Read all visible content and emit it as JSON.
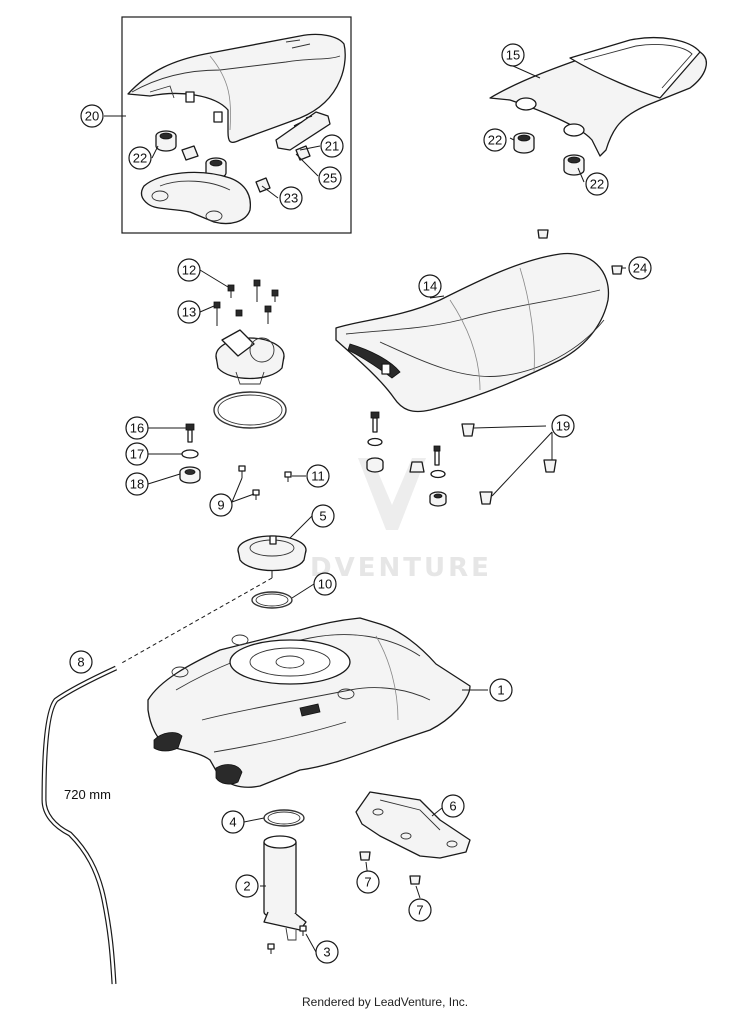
{
  "diagram": {
    "watermark": "DVENTURE",
    "dimension_label": "720 mm",
    "footer": "Rendered by LeadVenture, Inc.",
    "callouts": [
      {
        "id": "1",
        "label": "1"
      },
      {
        "id": "2",
        "label": "2"
      },
      {
        "id": "3",
        "label": "3"
      },
      {
        "id": "4",
        "label": "4"
      },
      {
        "id": "5",
        "label": "5"
      },
      {
        "id": "6",
        "label": "6"
      },
      {
        "id": "7a",
        "label": "7"
      },
      {
        "id": "7b",
        "label": "7"
      },
      {
        "id": "8",
        "label": "8"
      },
      {
        "id": "9",
        "label": "9"
      },
      {
        "id": "10",
        "label": "10"
      },
      {
        "id": "11",
        "label": "11"
      },
      {
        "id": "12",
        "label": "12"
      },
      {
        "id": "13",
        "label": "13"
      },
      {
        "id": "14",
        "label": "14"
      },
      {
        "id": "15",
        "label": "15"
      },
      {
        "id": "16",
        "label": "16"
      },
      {
        "id": "17",
        "label": "17"
      },
      {
        "id": "18",
        "label": "18"
      },
      {
        "id": "19",
        "label": "19"
      },
      {
        "id": "20",
        "label": "20"
      },
      {
        "id": "21",
        "label": "21"
      },
      {
        "id": "22a",
        "label": "22"
      },
      {
        "id": "22b",
        "label": "22"
      },
      {
        "id": "22c",
        "label": "22"
      },
      {
        "id": "23",
        "label": "23"
      },
      {
        "id": "24",
        "label": "24"
      },
      {
        "id": "25",
        "label": "25"
      }
    ]
  }
}
